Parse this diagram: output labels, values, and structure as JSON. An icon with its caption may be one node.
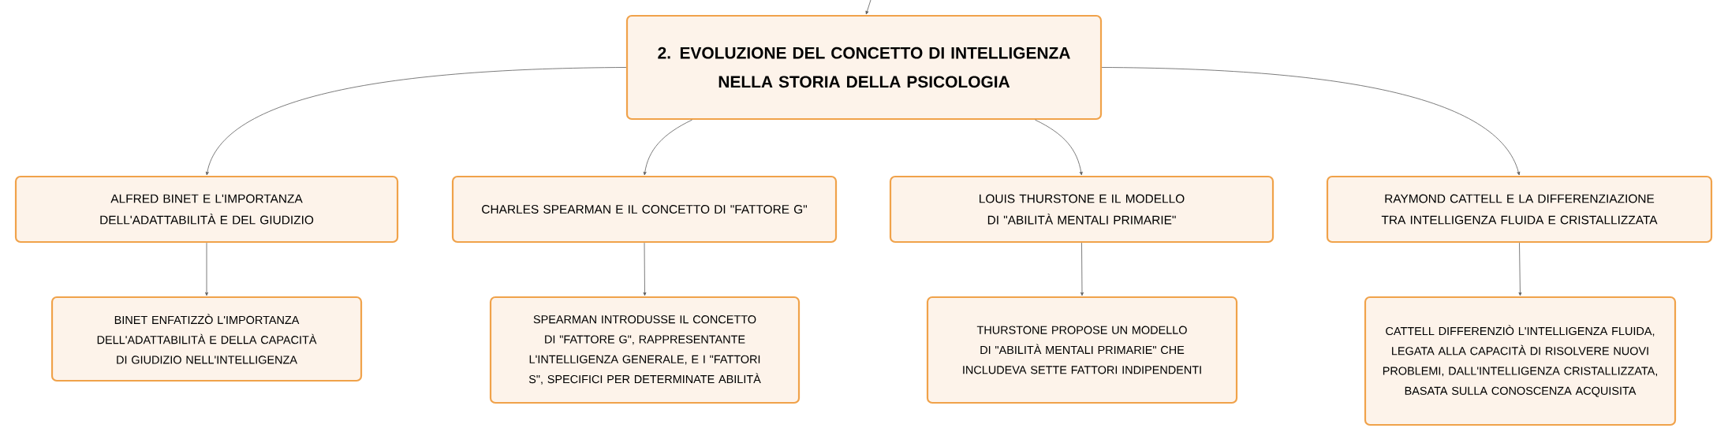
{
  "diagram": {
    "nodes": [
      {
        "text": [
          "2. EVOLUZIONE DEL CONCETTO DI INTELLIGENZA NELLA STORIA DELLA PSICOLOGIA"
        ]
      },
      {
        "text": [
          "ALFRED BINET E L'IMPORTANZA DELL'ADATTABILITÀ E DEL GIUDIZIO"
        ]
      },
      {
        "text": [
          "CHARLES SPEARMAN E IL CONCETTO DI \"FATTORE G\""
        ]
      },
      {
        "text": [
          "LOUIS THURSTONE E IL MODELLO DI \"ABILITÀ MENTALI PRIMARIE\""
        ]
      },
      {
        "text": [
          "RAYMOND CATTELL E LA DIFFERENZIAZIONE TRA INTELLIGENZA FLUIDA E CRISTALLIZZATA"
        ]
      },
      {
        "text": [
          "BINET ENFATIZZÒ L'IMPORTANZA DELL'ADATTABILITÀ E DELLA CAPACITÀ DI GIUDIZIO NELL'INTELLIGENZA"
        ]
      },
      {
        "text": [
          "SPEARMAN INTRODUSSE IL CONCETTO DI \"FATTORE G\", RAPPRESENTANTE L'INTELLIGENZA GENERALE, E I \"FATTORI S\", SPECIFICI PER DETERMINATE ABILITÀ"
        ]
      },
      {
        "text": [
          "THURSTONE PROPOSE UN MODELLO DI \"ABILITÀ MENTALI PRIMARIE\" CHE INCLUDEVA SETTE FATTORI INDIPENDENTI"
        ]
      },
      {
        "text": [
          "CATTELL DIFFERENZIÒ L'INTELLIGENZA FLUIDA, LEGATA ALLA CAPACITÀ DI RISOLVERE NUOVI PROBLEMI, DALL'INTELLIGENZA CRISTALLIZZATA, BASATA SULLA CONOSCENZA ACQUISITA"
        ]
      }
    ],
    "edges": [
      {
        "from": null,
        "to": 0,
        "arrow": "to"
      },
      {
        "from": 0,
        "to": 1,
        "arrow": "to"
      },
      {
        "from": 0,
        "to": 2,
        "arrow": "to"
      },
      {
        "from": 0,
        "to": 3,
        "arrow": "to"
      },
      {
        "from": 0,
        "to": 4,
        "arrow": "to"
      },
      {
        "from": 1,
        "to": 5,
        "arrow": "to"
      },
      {
        "from": 2,
        "to": 6,
        "arrow": "to"
      },
      {
        "from": 3,
        "to": 7,
        "arrow": "to"
      },
      {
        "from": 4,
        "to": 8,
        "arrow": "to"
      }
    ]
  }
}
